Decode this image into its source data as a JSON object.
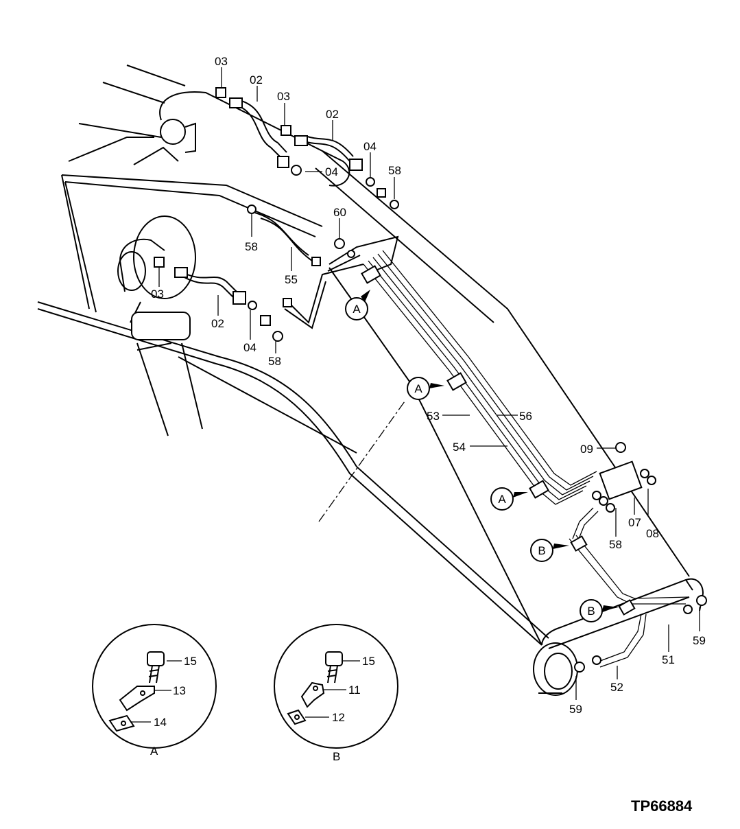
{
  "figure_id": "TP66884",
  "part_labels": {
    "l02a": "02",
    "l02b": "02",
    "l02c": "02",
    "l03a": "03",
    "l03b": "03",
    "l03c": "03",
    "l04a": "04",
    "l04b": "04",
    "l04c": "04",
    "l58a": "58",
    "l58b": "58",
    "l58c": "58",
    "l58d": "58",
    "l60": "60",
    "l55": "55",
    "l53": "53",
    "l54": "54",
    "l56": "56",
    "l09": "09",
    "l07": "07",
    "l08": "08",
    "l51": "51",
    "l52": "52",
    "l59a": "59",
    "l59b": "59",
    "l15a": "15",
    "l13": "13",
    "l14": "14",
    "l15b": "15",
    "l11": "11",
    "l12": "12"
  },
  "callouts": {
    "a1": "A",
    "a2": "A",
    "a3": "A",
    "b1": "B",
    "b2": "B"
  },
  "detail_views": {
    "a_caption": "A",
    "b_caption": "B"
  }
}
